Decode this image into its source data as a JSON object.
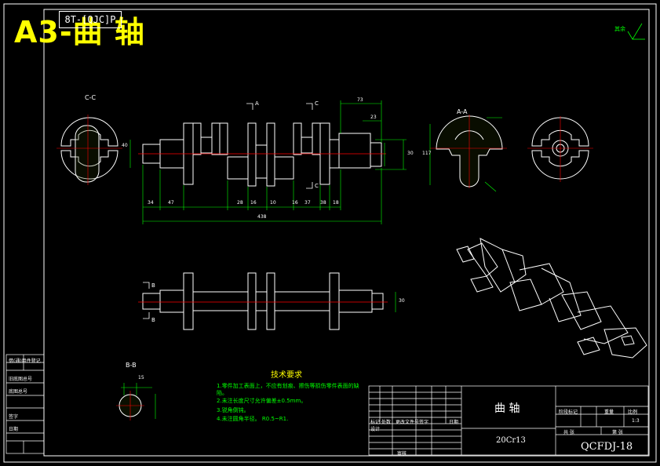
{
  "header": {
    "title": "A3-曲 轴",
    "stamp": "8T-[QJC]P"
  },
  "section_labels": {
    "cc": "C-C",
    "aa": "A-A",
    "bb": "B-B",
    "a_mark_top": "A",
    "c_mark_top": "C",
    "c_mark_bottom": "C",
    "b_mark_top": "B",
    "b_mark_bottom": "B"
  },
  "roughness_note": "其余",
  "dimensions": {
    "d34": "34",
    "d47": "47",
    "d28": "28",
    "d16a": "16",
    "d10": "10",
    "d16b": "16",
    "d37": "37",
    "d38": "38",
    "d18": "18",
    "total": "438",
    "d73": "73",
    "d23": "23",
    "d30": "30",
    "d117": "117",
    "d40": "40",
    "d30b": "30",
    "d15": "15"
  },
  "tech_requirements": {
    "title": "技术要求",
    "items": [
      "1.零件加工表面上，不应有划痕、擦伤等损伤零件表面的缺",
      "陷。",
      "2.未注长度尺寸允许偏差±0.5mm。",
      "3.锐角倒钝。",
      "4.未注圆角半径。 R0.5~R1."
    ]
  },
  "title_block": {
    "part_name": "曲 轴",
    "material": "20Cr13",
    "drawing_number": "QCFDJ-18",
    "scale": "1:3",
    "cells": [
      "标记",
      "处数",
      "更改文件号",
      "签字",
      "日期",
      "设计",
      "审核",
      "阶段标记",
      "重量",
      "比例",
      "共 张",
      "第 张"
    ]
  },
  "left_strip": {
    "cells": [
      "借(通)用件登记",
      "旧底图总号",
      "底图总号",
      "签字",
      "日期"
    ]
  }
}
